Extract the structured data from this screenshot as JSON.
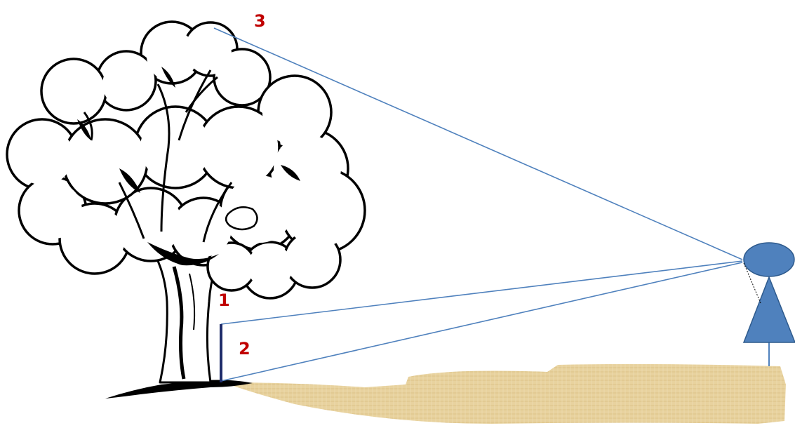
{
  "labels": {
    "top": "3",
    "upper": "1",
    "lower": "2"
  },
  "colors": {
    "label_red": "#C00000",
    "sight_line_blue": "#4F81BD",
    "person_fill": "#4F81BD",
    "person_stroke": "#2E5A8C",
    "stick_navy": "#1F2D6B",
    "ground_parchment": "#E8D29E",
    "ink": "#000000"
  },
  "icons": {
    "tree": "oak-tree-icon",
    "person": "person-figure-icon"
  }
}
